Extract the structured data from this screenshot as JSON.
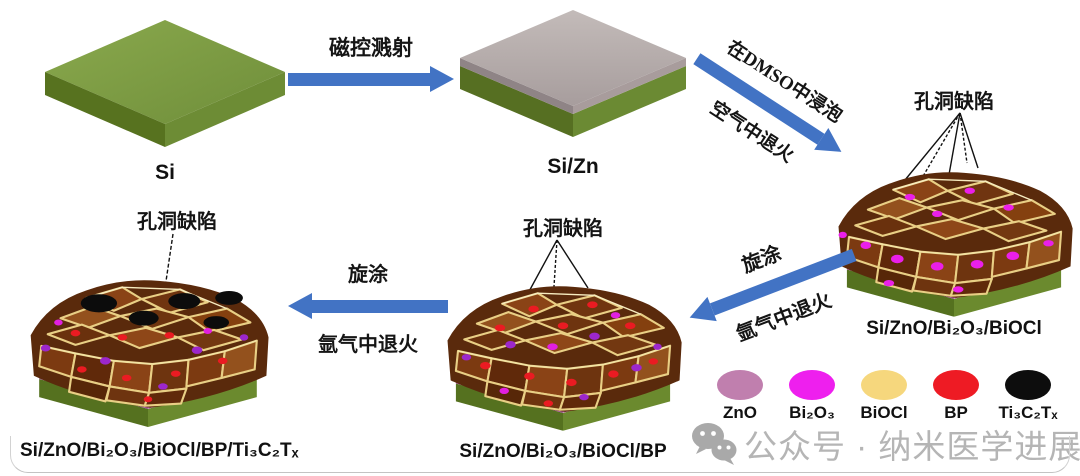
{
  "process": {
    "steps": [
      {
        "id": "si",
        "label": "Si"
      },
      {
        "id": "si-zn",
        "label": "Si/Zn"
      },
      {
        "id": "si-zno-bi2o3-biocl",
        "label": "Si/ZnO/Bi₂O₃/BiOCl",
        "defect_label": "孔洞缺陷"
      },
      {
        "id": "si-zno-bi2o3-biocl-bp",
        "label": "Si/ZnO/Bi₂O₃/BiOCl/BP",
        "defect_label": "孔洞缺陷"
      },
      {
        "id": "si-zno-bi2o3-biocl-bp-ti3c2tx",
        "label": "Si/ZnO/Bi₂O₃/BiOCl/BP/Ti₃C₂Tₓ",
        "defect_label": "孔洞缺陷"
      }
    ],
    "arrows": [
      {
        "id": "magnetron-sputtering",
        "label": "磁控溅射"
      },
      {
        "id": "dmso-soak-air-anneal",
        "label_top": "在DMSO中浸泡",
        "label_bottom": "空气中退火"
      },
      {
        "id": "spin-coat-anneal-1",
        "label_top": "旋涂",
        "label_bottom": "氩气中退火"
      },
      {
        "id": "spin-coat-anneal-2",
        "label_top": "旋涂",
        "label_bottom": "氩气中退火"
      }
    ]
  },
  "legend": {
    "items": [
      {
        "name": "ZnO",
        "color": "#c07fae"
      },
      {
        "name": "Bi₂O₃",
        "color": "#ee1fee"
      },
      {
        "name": "BiOCl",
        "color": "#f6d77d"
      },
      {
        "name": "BP",
        "color": "#ee1b24"
      },
      {
        "name": "Ti₃C₂Tₓ",
        "color": "#0d0d0d"
      }
    ]
  },
  "watermark": {
    "text": "公众号 · 纳米医学进展"
  },
  "colors": {
    "arrow": "#4273c4"
  }
}
